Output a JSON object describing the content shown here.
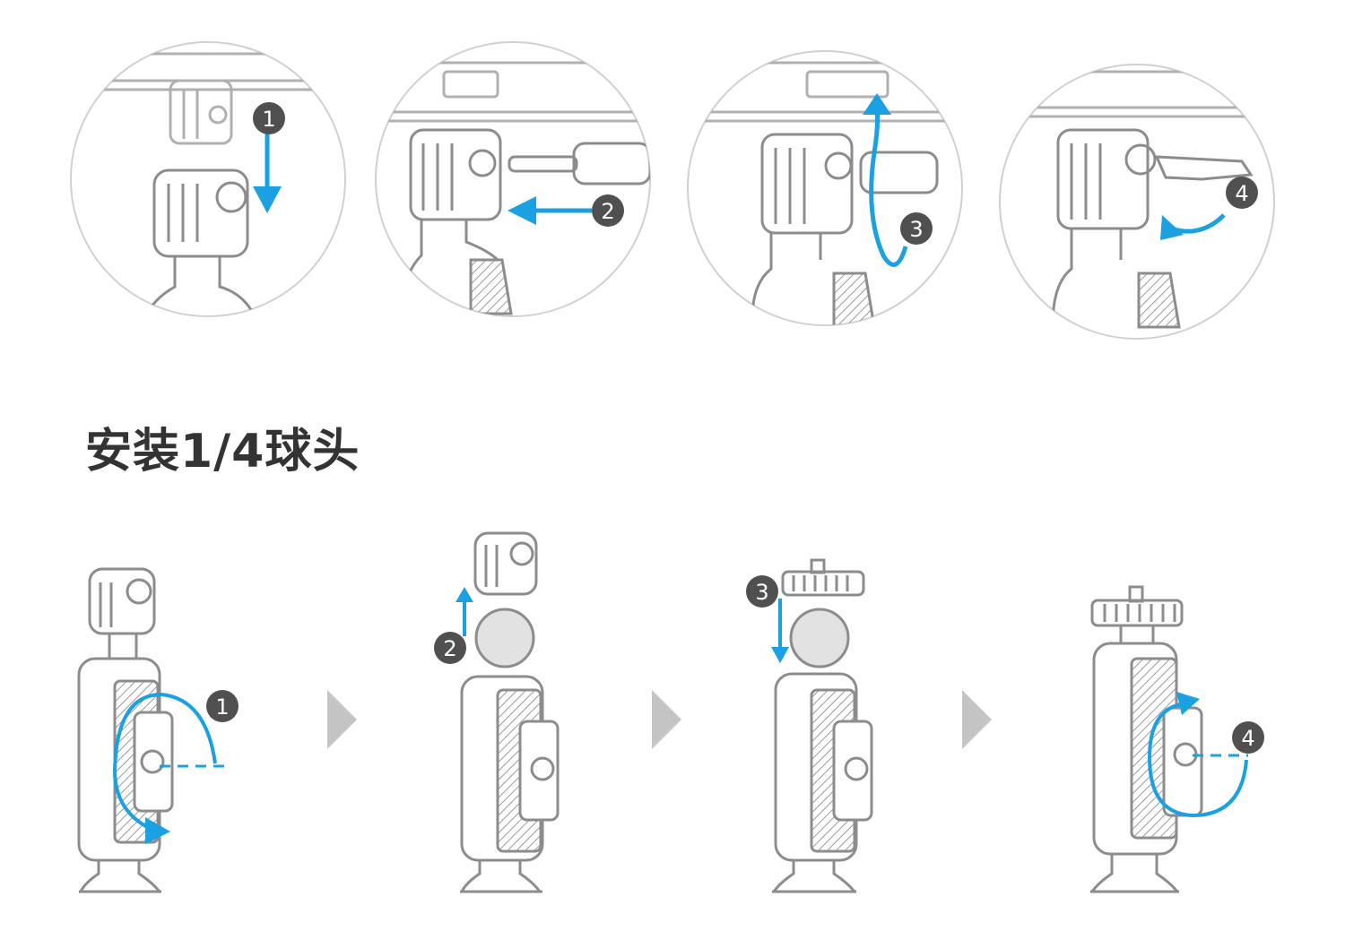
{
  "section_title": "安装1/4球头",
  "colors": {
    "accent": "#1ba0e2",
    "line": "#8c8c8c",
    "badge_fill": "#505050",
    "badge_text": "#ffffff",
    "chevron": "#c4c4c4"
  },
  "top_steps": [
    {
      "number": "1"
    },
    {
      "number": "2"
    },
    {
      "number": "3"
    },
    {
      "number": "4"
    }
  ],
  "bottom_steps": [
    {
      "number": "1"
    },
    {
      "number": "2"
    },
    {
      "number": "3"
    },
    {
      "number": "4"
    }
  ],
  "icons": [
    "chevron-right-icon",
    "chevron-right-icon",
    "chevron-right-icon"
  ]
}
